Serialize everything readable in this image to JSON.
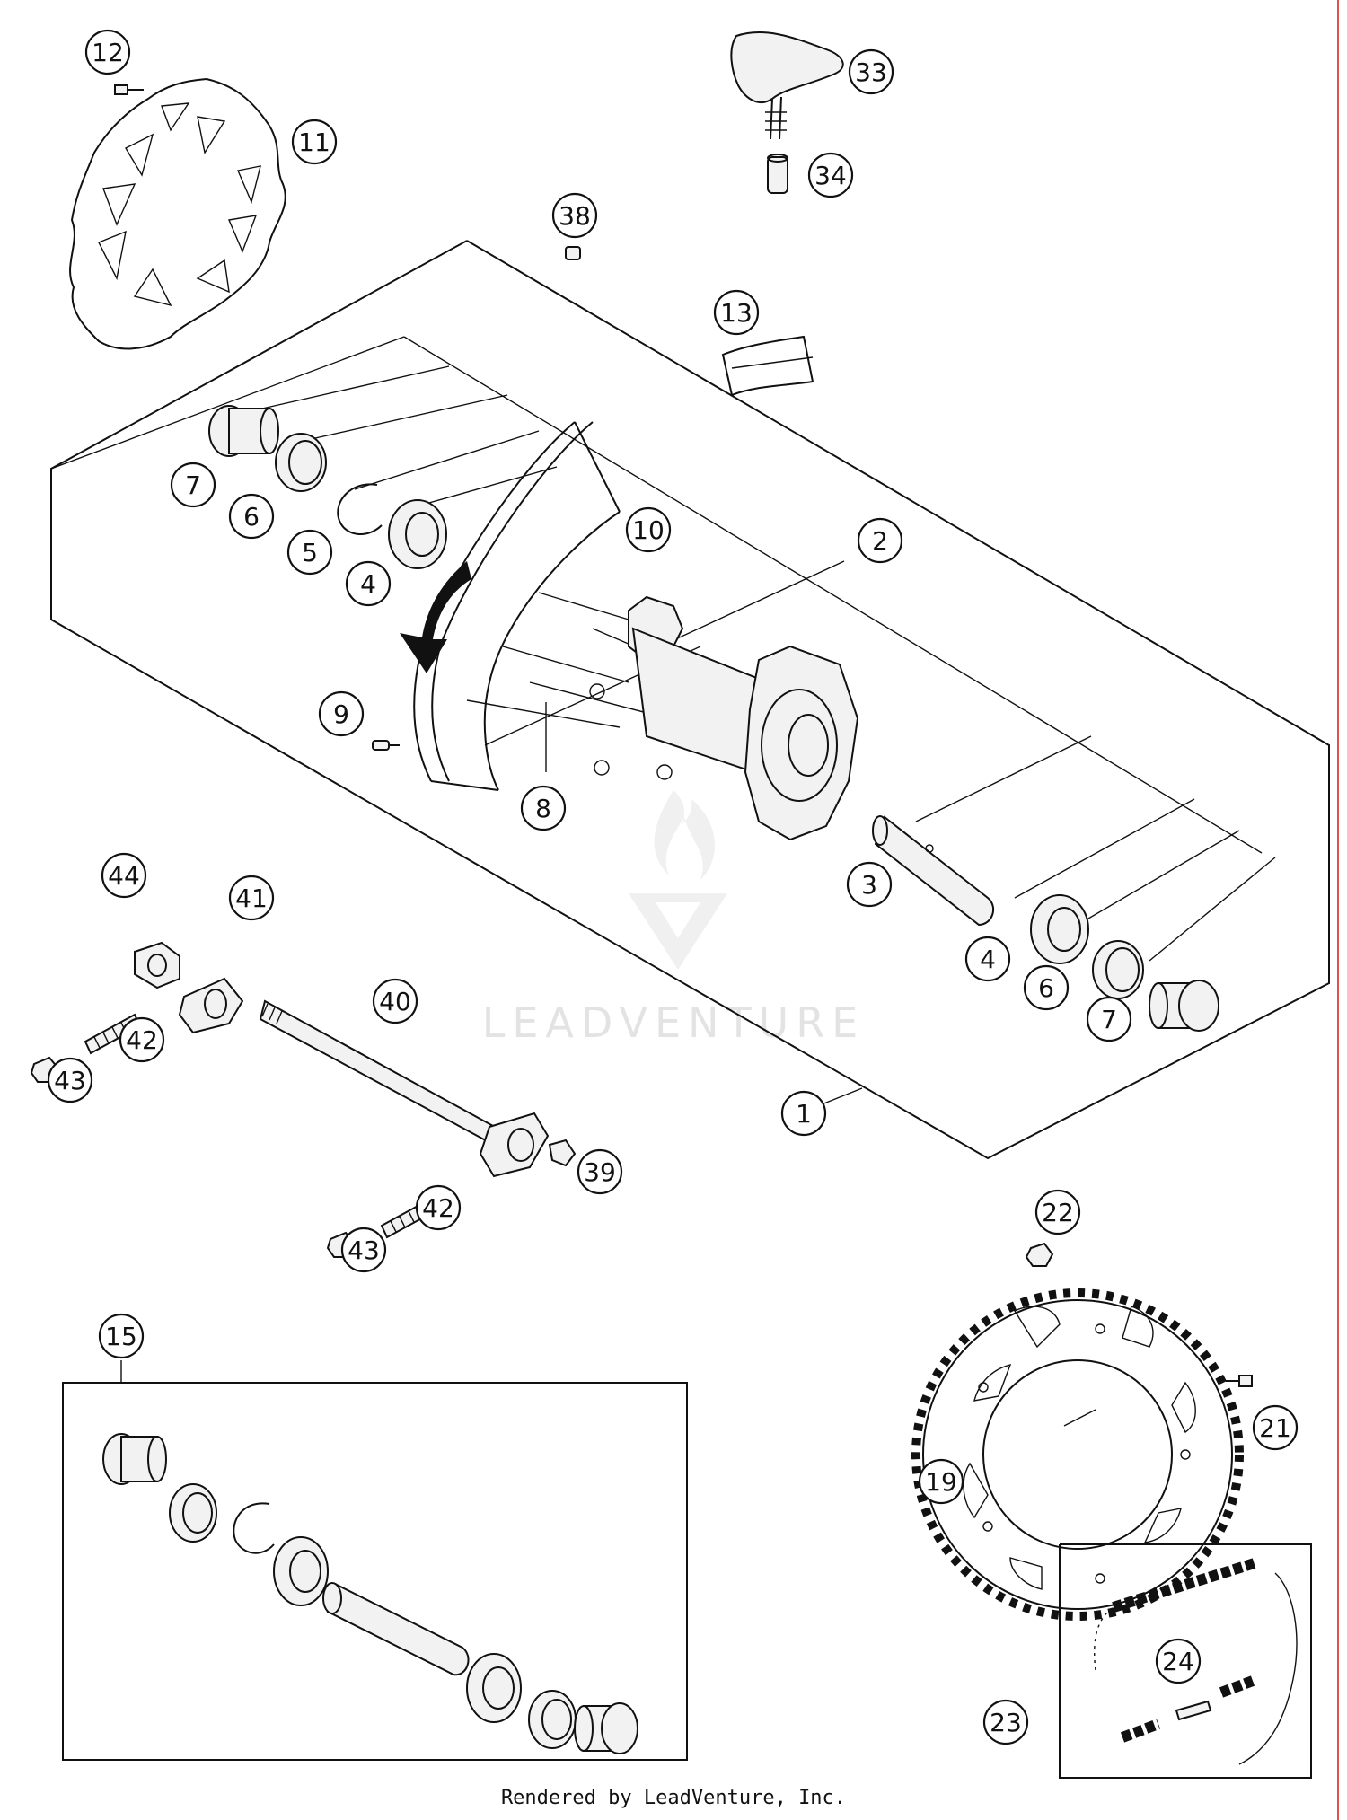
{
  "diagram": {
    "parts": [
      {
        "id": "p1",
        "label": "1"
      },
      {
        "id": "p2",
        "label": "2"
      },
      {
        "id": "p3",
        "label": "3"
      },
      {
        "id": "p4a",
        "label": "4"
      },
      {
        "id": "p4b",
        "label": "4"
      },
      {
        "id": "p5",
        "label": "5"
      },
      {
        "id": "p6a",
        "label": "6"
      },
      {
        "id": "p6b",
        "label": "6"
      },
      {
        "id": "p7a",
        "label": "7"
      },
      {
        "id": "p7b",
        "label": "7"
      },
      {
        "id": "p8",
        "label": "8"
      },
      {
        "id": "p9",
        "label": "9"
      },
      {
        "id": "p10",
        "label": "10"
      },
      {
        "id": "p11",
        "label": "11"
      },
      {
        "id": "p12",
        "label": "12"
      },
      {
        "id": "p13",
        "label": "13"
      },
      {
        "id": "p15",
        "label": "15"
      },
      {
        "id": "p19",
        "label": "19"
      },
      {
        "id": "p21",
        "label": "21"
      },
      {
        "id": "p22",
        "label": "22"
      },
      {
        "id": "p23",
        "label": "23"
      },
      {
        "id": "p24",
        "label": "24"
      },
      {
        "id": "p33",
        "label": "33"
      },
      {
        "id": "p34",
        "label": "34"
      },
      {
        "id": "p38",
        "label": "38"
      },
      {
        "id": "p39",
        "label": "39"
      },
      {
        "id": "p40",
        "label": "40"
      },
      {
        "id": "p41",
        "label": "41"
      },
      {
        "id": "p42a",
        "label": "42"
      },
      {
        "id": "p42b",
        "label": "42"
      },
      {
        "id": "p43a",
        "label": "43"
      },
      {
        "id": "p43b",
        "label": "43"
      },
      {
        "id": "p44",
        "label": "44"
      }
    ]
  },
  "watermark": {
    "text": "LEADVENTURE"
  },
  "footer": {
    "text": "Rendered by LeadVenture, Inc."
  },
  "colors": {
    "ink": "#111111",
    "margin_line": "#e05050",
    "watermark": "#e3e3e3"
  }
}
